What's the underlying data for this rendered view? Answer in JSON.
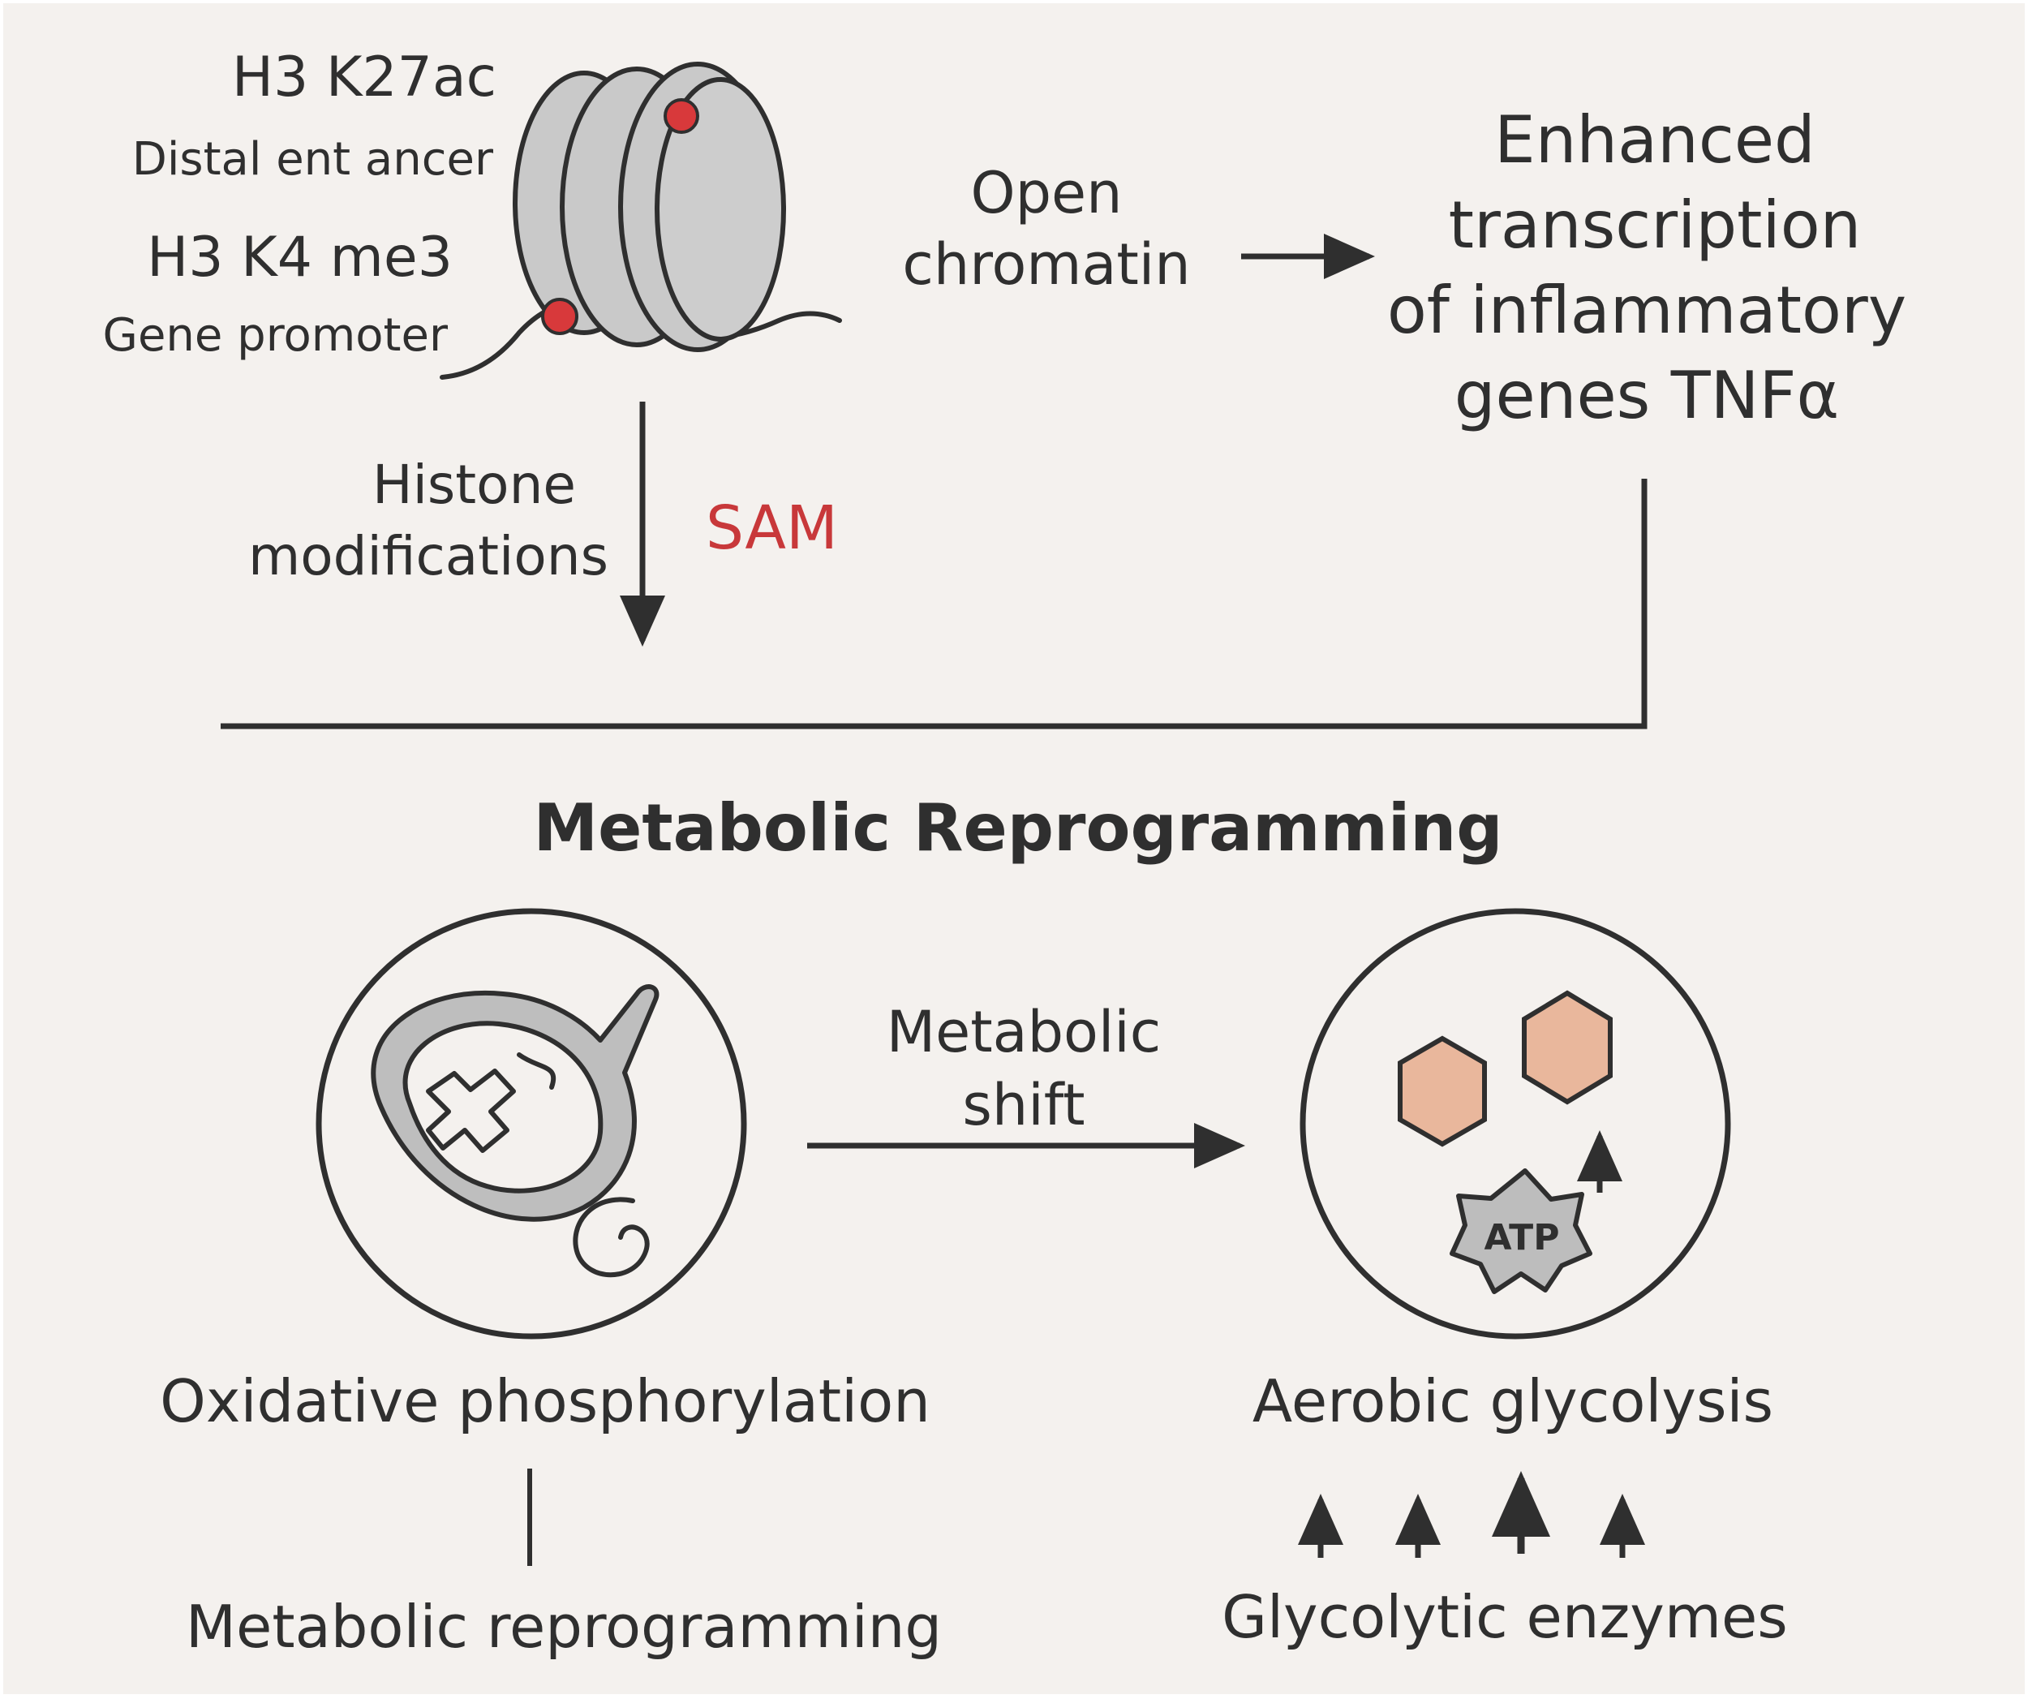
{
  "nucleosome": {
    "mark1_name": "H3 K27ac",
    "mark1_region": "Distal ent ancer",
    "mark2_name": "H3 K4 me3",
    "mark2_region": "Gene promoter"
  },
  "open_chromatin": [
    "Open",
    "chromatin"
  ],
  "transcription": [
    "Enhanced",
    "transcription",
    "of inflammatory",
    "genes TNFα"
  ],
  "histone_mod": [
    "Histone",
    "modifications"
  ],
  "sam_label": "SAM",
  "section_title": "Metabolic Reprogramming",
  "shift": [
    "Metabolic",
    "shift"
  ],
  "oxphos_label": "Oxidative phosphorylation",
  "glycolysis_label": "Aerobic glycolysis",
  "atp_label": "ATP",
  "reprogramming_label": "Metabolic reprogramming",
  "enzymes_label": "Glycolytic enzymes",
  "colors": {
    "background": "#f4f1ee",
    "line": "#2f2f2f",
    "nucleosome": "#c9c9c9",
    "mark": "#d8393b",
    "hexagon": "#e9b79c",
    "atp": "#bdbdbd",
    "sam_text": "#c8383a"
  }
}
